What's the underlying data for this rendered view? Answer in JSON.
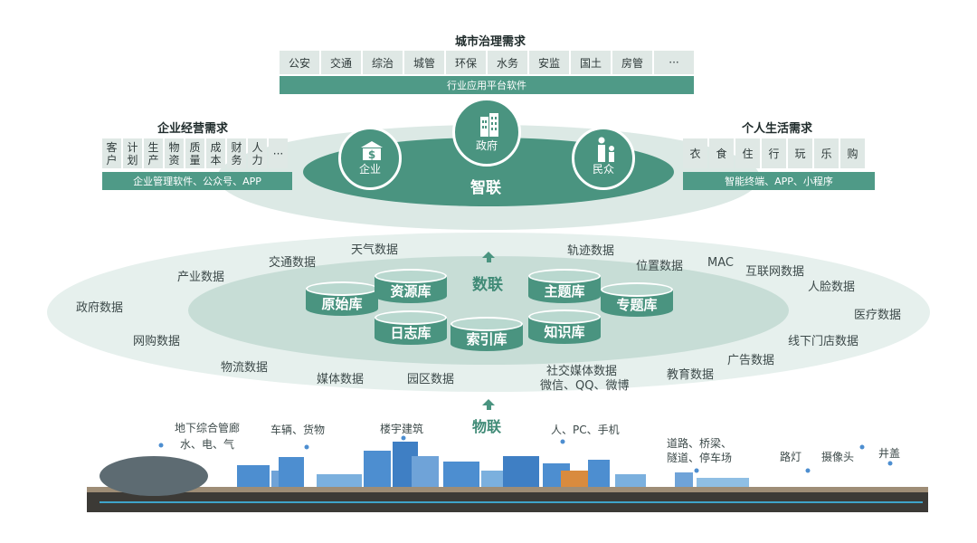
{
  "city": {
    "title": "城市治理需求",
    "cells": [
      "公安",
      "交通",
      "综治",
      "城管",
      "环保",
      "水务",
      "安监",
      "国土",
      "房管",
      "···"
    ],
    "bar": "行业应用平台软件"
  },
  "enterprise": {
    "title": "企业经营需求",
    "cells": [
      [
        "客",
        "户"
      ],
      [
        "计",
        "划"
      ],
      [
        "生",
        "产"
      ],
      [
        "物",
        "资"
      ],
      [
        "质",
        "量"
      ],
      [
        "成",
        "本"
      ],
      [
        "财",
        "务"
      ],
      [
        "人",
        "力"
      ],
      [
        "···",
        ""
      ]
    ],
    "bar": "企业管理软件、公众号、APP"
  },
  "personal": {
    "title": "个人生活需求",
    "cells": [
      "衣",
      "食",
      "住",
      "行",
      "玩",
      "乐",
      "购"
    ],
    "bar": "智能终端、APP、小程序"
  },
  "zhilian": {
    "center": "智联",
    "government": "政府",
    "enterprise": "企业",
    "public": "民众"
  },
  "shulian": {
    "center": "数联",
    "databases": [
      "原始库",
      "资源库",
      "日志库",
      "索引库",
      "主题库",
      "知识库",
      "专题库"
    ],
    "labels": [
      "天气数据",
      "交通数据",
      "产业数据",
      "政府数据",
      "网购数据",
      "物流数据",
      "媒体数据",
      "园区数据",
      "轨迹数据",
      "位置数据",
      "MAC",
      "互联网数据",
      "人脸数据",
      "医疗数据",
      "线下门店数据",
      "广告数据",
      "教育数据",
      "社交媒体数据",
      "微信、QQ、微博"
    ]
  },
  "wulian": {
    "center": "物联",
    "labels": [
      "地下综合管廊",
      "水、电、气",
      "车辆、货物",
      "楼宇建筑",
      "人、PC、手机",
      "道路、桥梁、",
      "隧道、停车场",
      "路灯",
      "摄像头",
      "井盖"
    ]
  },
  "colors": {
    "primary": "#4a9480",
    "light": "#dfe8e5",
    "ellipse": "#e3efeb"
  }
}
